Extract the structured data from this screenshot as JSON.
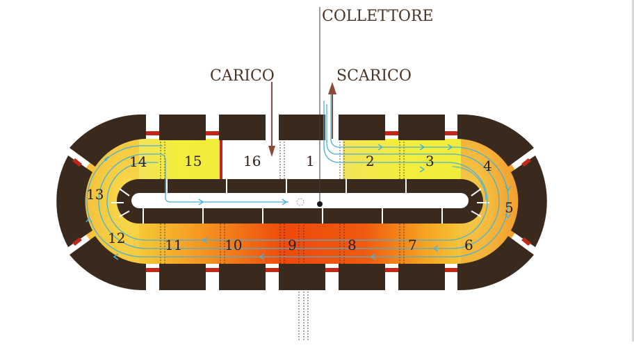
{
  "labels": {
    "collettore": "COLLETTORE",
    "carico": "CARICO",
    "scarico": "SCARICO"
  },
  "cells": [
    "1",
    "2",
    "3",
    "4",
    "5",
    "6",
    "7",
    "8",
    "9",
    "10",
    "11",
    "12",
    "13",
    "14",
    "15",
    "16"
  ],
  "colors": {
    "block": "#3a2a1e",
    "seal": "#c0281a",
    "arrow": "#8a4a36",
    "flow": "#4ab0d6",
    "hot": "#ee4a0c",
    "warm": "#f6a020",
    "cool": "#f4ec3a"
  }
}
